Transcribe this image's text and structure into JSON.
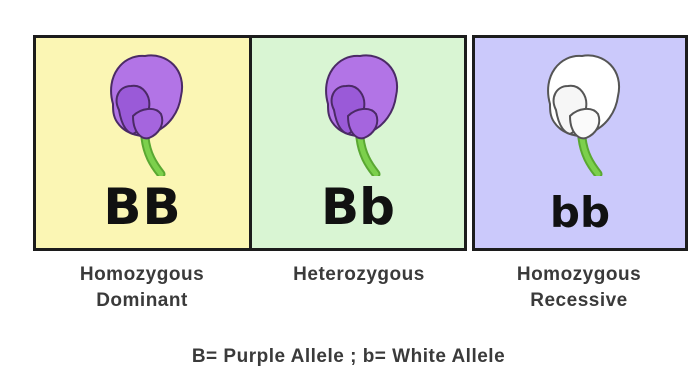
{
  "colors": {
    "dominant_bg": "#fbf6b4",
    "heterozygous_bg": "#d9f5d3",
    "recessive_bg": "#cbc9fb",
    "purple_petal": "#b274e6",
    "purple_petal_dark": "#8f4fd0",
    "white_petal": "#ffffff",
    "stem": "#6bbf3c",
    "border": "#1c1c1c"
  },
  "panels": [
    {
      "genotype": "BB",
      "caption_line1": "Homozygous",
      "caption_line2": "Dominant",
      "flower_color": "purple",
      "flower_icon": "purple-flower-icon"
    },
    {
      "genotype": "Bb",
      "caption_line1": "Heterozygous",
      "caption_line2": "",
      "flower_color": "purple",
      "flower_icon": "purple-flower-icon"
    },
    {
      "genotype": "bb",
      "caption_line1": "Homozygous",
      "caption_line2": "Recessive",
      "flower_color": "white",
      "flower_icon": "white-flower-icon"
    }
  ],
  "legend": "B= Purple Allele ; b= White Allele"
}
